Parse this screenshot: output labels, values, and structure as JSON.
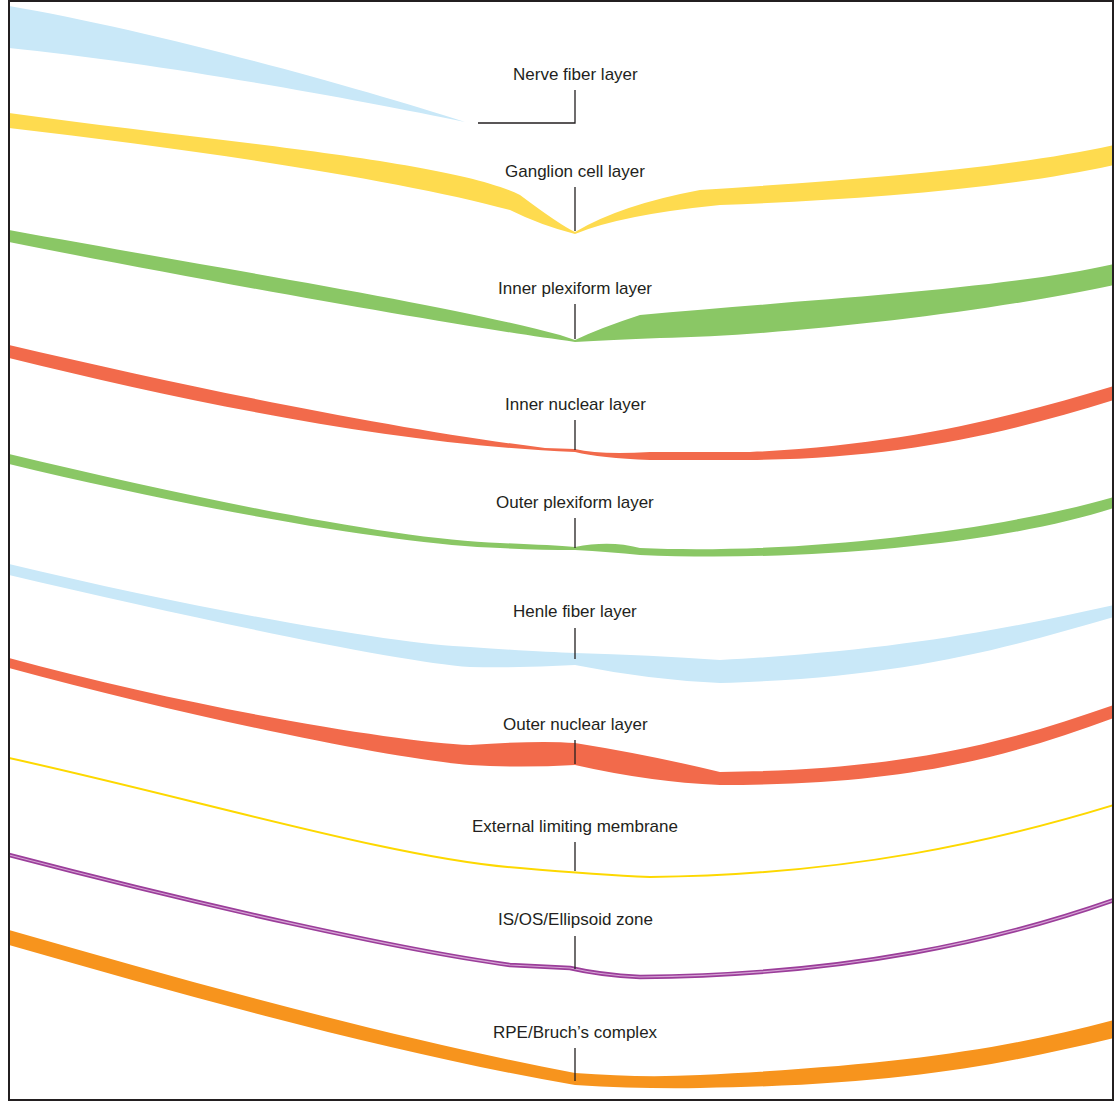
{
  "diagram": {
    "labels": [
      "Nerve fiber layer",
      "Ganglion cell layer",
      "Inner plexiform layer",
      "Inner nuclear layer",
      "Outer plexiform layer",
      "Henle fiber layer",
      "Outer nuclear layer",
      "External limiting membrane",
      "IS/OS/Ellipsoid zone",
      "RPE/Bruch’s complex"
    ]
  }
}
